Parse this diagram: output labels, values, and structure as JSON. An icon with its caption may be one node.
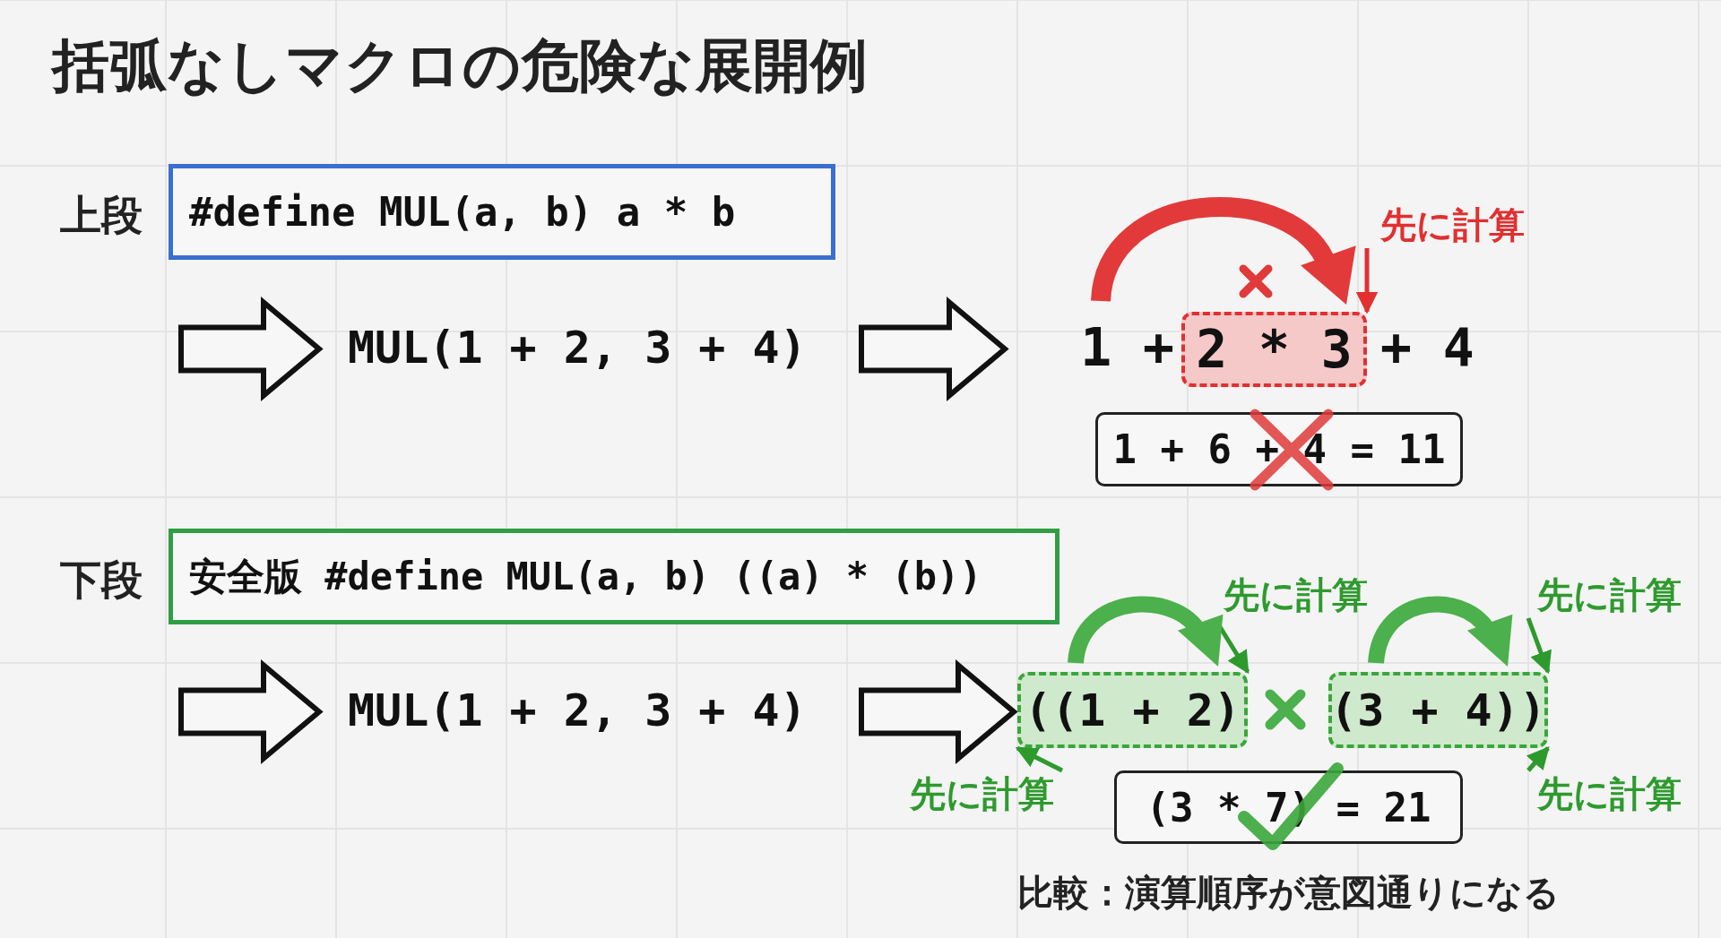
{
  "diagram": {
    "title": "括弧なしマクロの危険な展開例",
    "nodes": [
      {
        "text": [
          "#define MUL(a, b) a * b"
        ],
        "beside": [
          "上段"
        ]
      },
      {
        "text": [
          "MUL(1 + 2, 3 + 4)"
        ]
      },
      {
        "text": [
          "1 +"
        ]
      },
      {
        "text": [
          "2 * 3"
        ]
      },
      {
        "text": [
          "先に計算"
        ]
      },
      {
        "text": [
          "1 + 6 + 4 = 11"
        ]
      },
      {
        "text": [
          "安全版 #define MUL(a, b) ((a) * (b))"
        ],
        "beside": [
          "下段"
        ]
      },
      {
        "text": [
          "MUL(1 + 2, 3 + 4)"
        ]
      },
      {
        "text": [
          "((1 + 2)"
        ]
      },
      {
        "text": [
          "(3 + 4))"
        ]
      },
      {
        "text": [
          "先に計算"
        ]
      },
      {
        "text": [
          "先に計算"
        ]
      },
      {
        "text": [
          "先に計算"
        ]
      },
      {
        "text": [
          "先に計算"
        ]
      },
      {
        "text": [
          "(3 * 7) = 21"
        ]
      }
    ],
    "edges": [
      {
        "from": null,
        "to": 1,
        "arrow": "to",
        "style": "thick"
      },
      {
        "from": 1,
        "to": 2,
        "arrow": "to",
        "style": "thick"
      },
      {
        "from": 4,
        "to": 3,
        "arrow": "to",
        "color": "#e03030"
      },
      {
        "from": null,
        "to": 7,
        "arrow": "to",
        "style": "thick"
      },
      {
        "from": 7,
        "to": 8,
        "arrow": "to",
        "style": "thick"
      },
      {
        "from": 10,
        "to": 8,
        "arrow": "to",
        "color": "#2e9a2e"
      },
      {
        "from": 11,
        "to": 9,
        "arrow": "to",
        "color": "#2e9a2e"
      },
      {
        "from": 12,
        "to": 8,
        "arrow": "to",
        "color": "#2e9a2e"
      },
      {
        "from": 13,
        "to": 9,
        "arrow": "to",
        "color": "#2e9a2e"
      }
    ],
    "labels": [
      "+ 4",
      "比較：演算順序が意図通りになる"
    ]
  }
}
